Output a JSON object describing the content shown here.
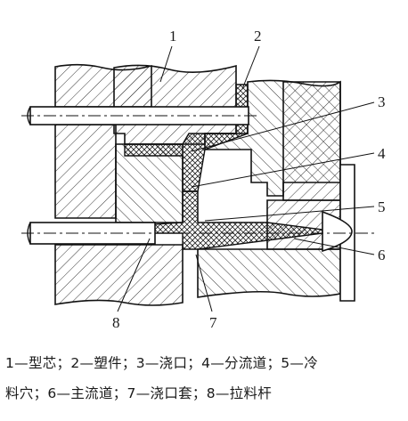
{
  "figure": {
    "labels": [
      "1",
      "2",
      "3",
      "4",
      "5",
      "6",
      "7",
      "8"
    ]
  },
  "caption": {
    "line1": "1—型芯；2—塑件；3—浇口；4—分流道；5—冷",
    "line2": "料穴；6—主流道；7—浇口套；8—拉料杆"
  }
}
